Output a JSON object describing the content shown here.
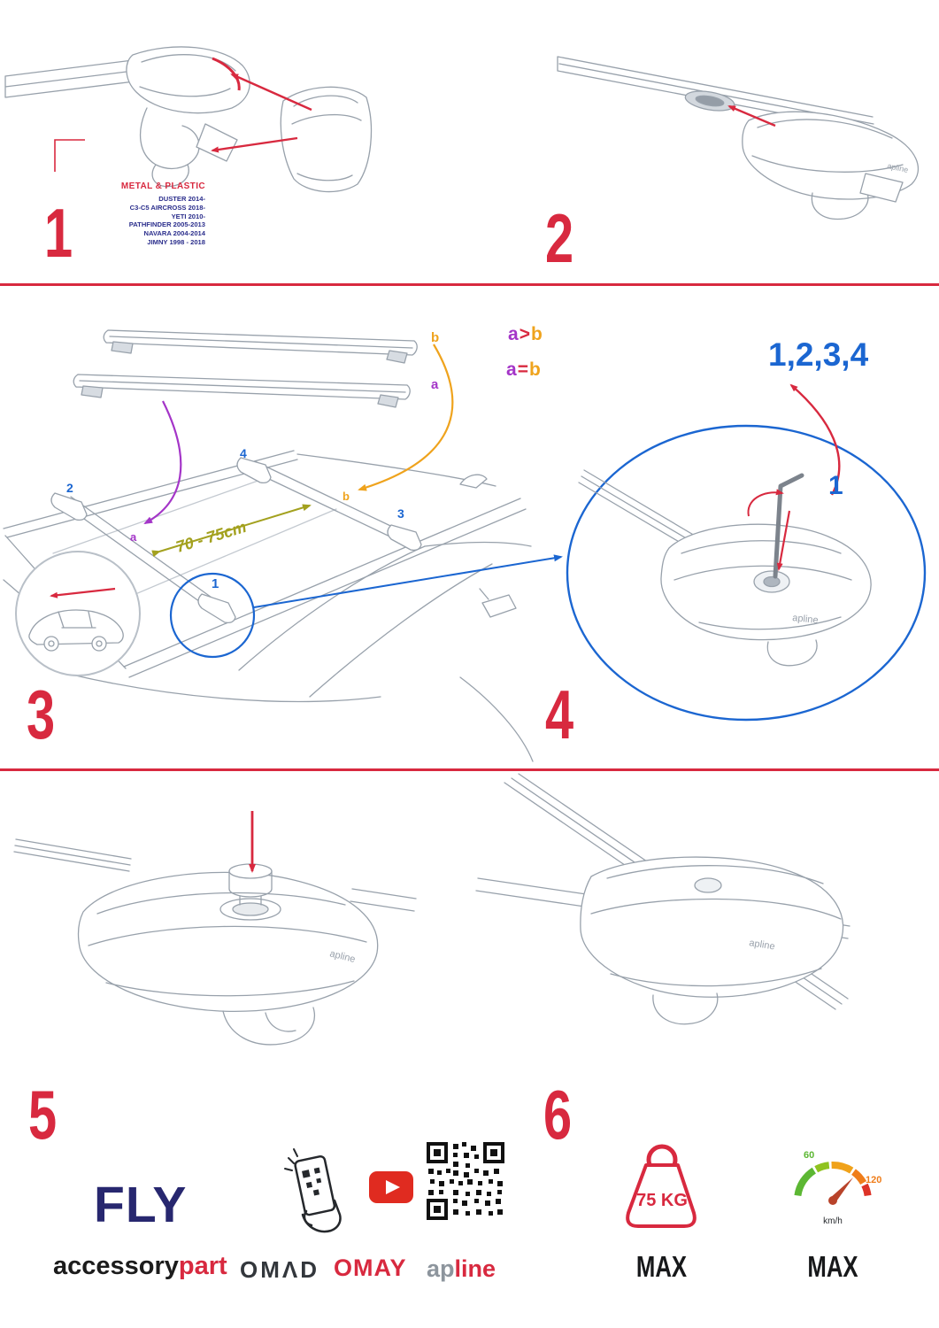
{
  "colors": {
    "accent_red": "#d8293f",
    "blue": "#1b66d1",
    "purple": "#a435c8",
    "orange": "#efa31d",
    "olive": "#a3a11f",
    "navy": "#2b2e8c",
    "brand_navy": "#27276f",
    "gray_line": "#98a1ab",
    "speed_green": "#5cb733",
    "speed_orange": "#ef7d1a",
    "speed_red": "#dd3327"
  },
  "steps": {
    "s1": {
      "number": "1",
      "material": "METAL & PLASTIC",
      "vehicles": [
        "DUSTER 2014-",
        "C3-C5 AIRCROSS 2018-",
        "YETI 2010-",
        "PATHFINDER 2005-2013",
        "NAVARA 2004-2014",
        "JIMNY 1998 - 2018"
      ]
    },
    "s2": {
      "number": "2"
    },
    "s3": {
      "number": "3",
      "bar_label_b": "b",
      "bar_label_a": "a",
      "formula_gt": {
        "a": "a",
        "op": ">",
        "b": "b"
      },
      "formula_eq": {
        "a": "a",
        "op": "=",
        "b": "b"
      },
      "dimension": "70 - 75cm",
      "roof": {
        "n2": "2",
        "n4": "4",
        "n3": "3",
        "n1": "1",
        "b": "b",
        "a": "a"
      }
    },
    "s4": {
      "number": "4",
      "sequence": "1,2,3,4",
      "callout": "1"
    },
    "s5": {
      "number": "5"
    },
    "s6": {
      "number": "6"
    }
  },
  "brand": {
    "part_logo": "apline"
  },
  "footer": {
    "fly": "FLY",
    "accessory": "accessory",
    "part": "part",
    "omad": "OMΛD",
    "omay": "OMAY",
    "apline_gray": "ap",
    "apline_red": "line",
    "weight_value": "75 KG",
    "weight_max": "MAX",
    "speed_low": "60",
    "speed_high": "120",
    "speed_unit": "km/h",
    "speed_max": "MAX"
  }
}
